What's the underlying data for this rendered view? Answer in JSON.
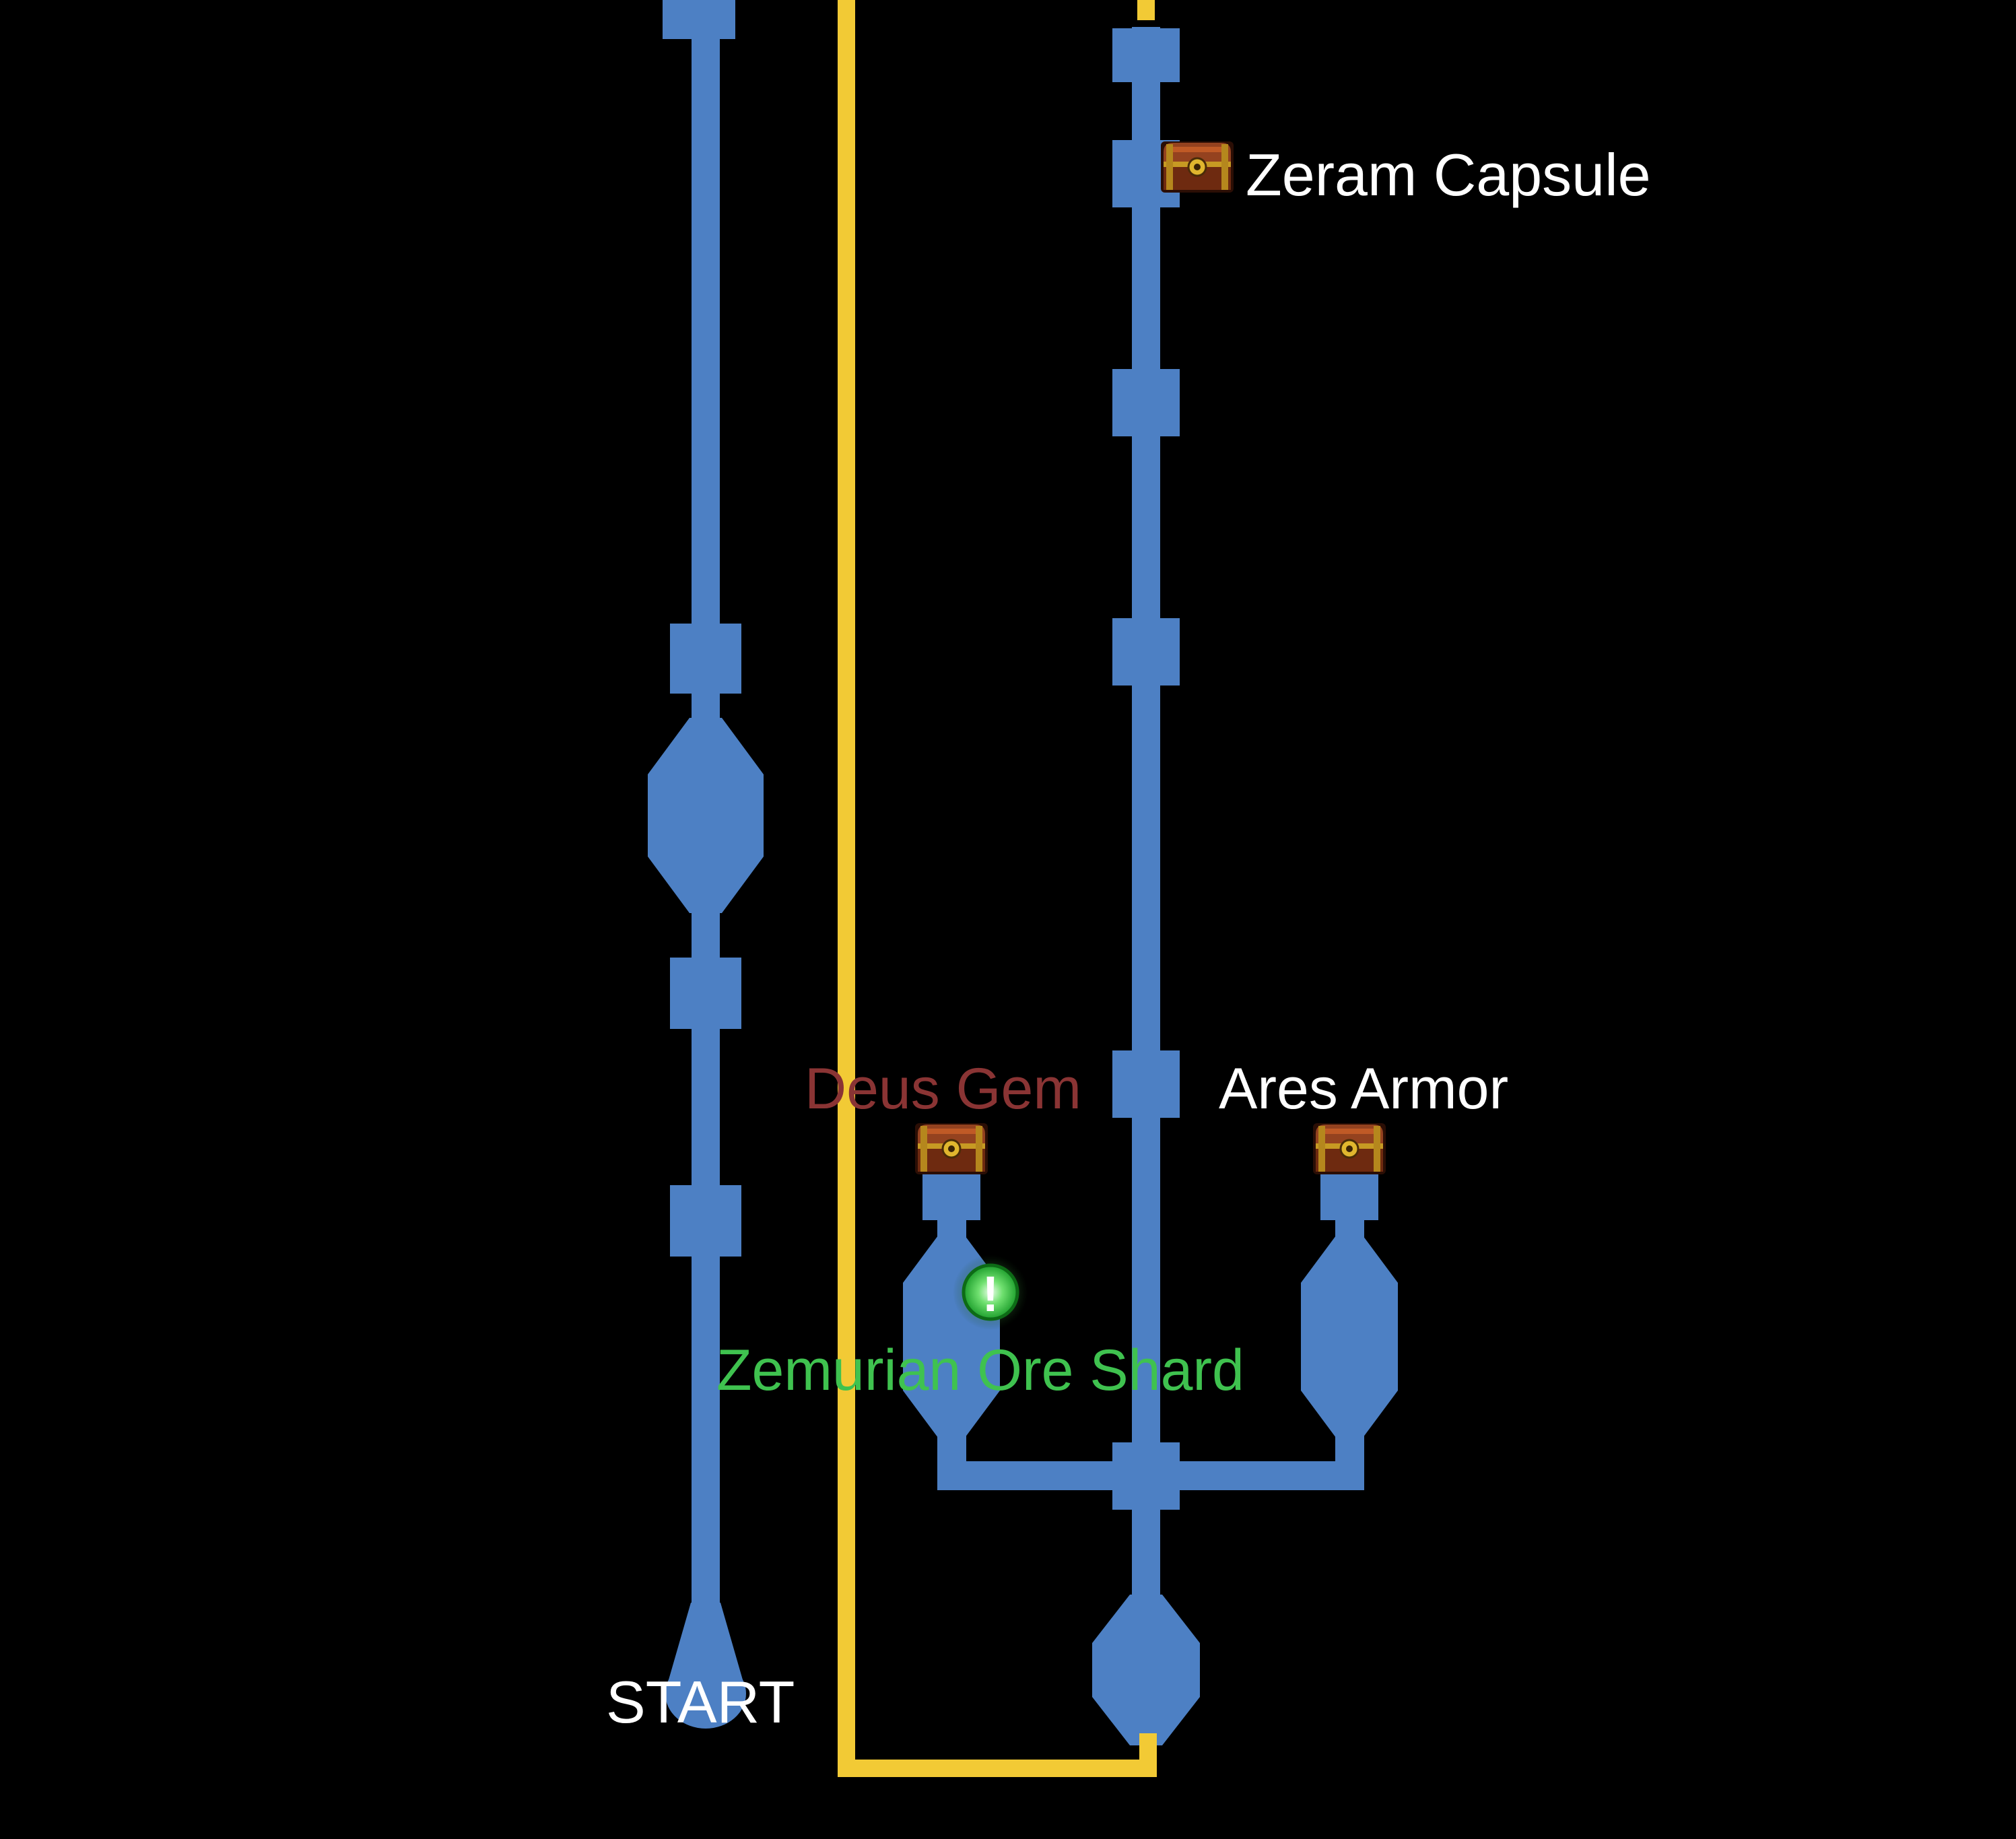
{
  "map": {
    "background": "#000000",
    "colors": {
      "path_blue": "#4d80c4",
      "route_yellow": "#f2ca35",
      "label_white": "#ffffff",
      "deus_gem_red": "#8a3434",
      "ore_green": "#3fc24f"
    },
    "labels": {
      "zeram_capsule": "Zeram Capsule",
      "deus_gem": "Deus Gem",
      "ares_armor": "Ares Armor",
      "zemurian_ore_shard": "Zemurian Ore Shard",
      "start": "START"
    },
    "icons": {
      "treasure_chest": {
        "name": "treasure-chest-icon"
      },
      "point_of_interest": {
        "name": "exclamation-icon",
        "glyph": "!"
      }
    }
  }
}
